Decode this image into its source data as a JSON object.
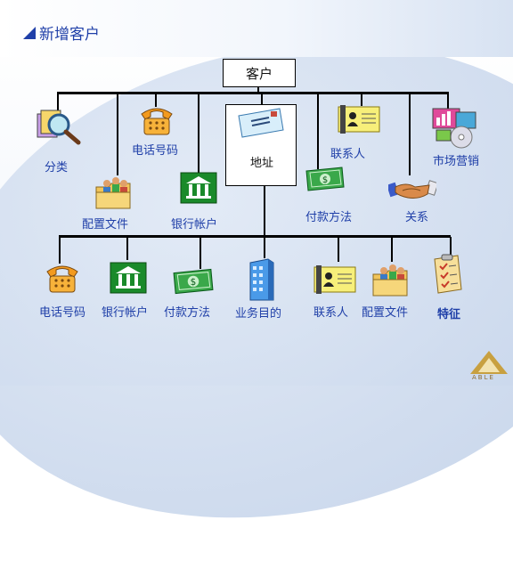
{
  "title": "新增客户",
  "root": "客户",
  "top_row": {
    "category": "分类",
    "phone": "电话号码",
    "profile": "配置文件",
    "bank": "银行帐户",
    "address": "地址",
    "payment": "付款方法",
    "contact": "联系人",
    "relation": "关系",
    "marketing": "市场营销"
  },
  "bottom_row": {
    "phone": "电话号码",
    "bank": "银行帐户",
    "payment": "付款方法",
    "business": "业务目的",
    "contact": "联系人",
    "profile": "配置文件",
    "feature": "特征"
  },
  "logo_text": "ABLE"
}
